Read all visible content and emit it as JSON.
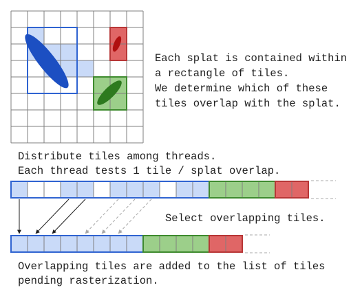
{
  "grid": {
    "rows": 8,
    "cols": 8
  },
  "colors": {
    "blue_fill": "#c9daf8",
    "blue_stroke": "#2f63d1",
    "blue_splat": "#1c4fc2",
    "green_fill": "#9ccf8a",
    "green_stroke": "#3e8a2e",
    "green_splat": "#2d7a1e",
    "red_fill": "#e06666",
    "red_stroke": "#b73636",
    "red_splat": "#b01010",
    "grid_line": "#7f7f7f",
    "arrow_gray": "#a8a8a8"
  },
  "splats": [
    {
      "name": "blue-splat",
      "color_key": "blue",
      "rect_cols": [
        1,
        3
      ],
      "rect_rows": [
        1,
        4
      ],
      "tinted_cells": [
        [
          1,
          1
        ],
        [
          1,
          2
        ],
        [
          2,
          2
        ],
        [
          2,
          3
        ],
        [
          3,
          2
        ],
        [
          3,
          3
        ],
        [
          4,
          3
        ]
      ]
    },
    {
      "name": "red-splat",
      "color_key": "red",
      "rect_cols": [
        6,
        6
      ],
      "rect_rows": [
        1,
        2
      ]
    },
    {
      "name": "green-splat",
      "color_key": "green",
      "rect_cols": [
        5,
        6
      ],
      "rect_rows": [
        4,
        5
      ]
    }
  ],
  "text": {
    "caption_right": [
      "Each splat is contained within",
      "a rectangle of tiles.",
      "We determine which of these",
      "tiles overlap with the splat."
    ],
    "caption_distribute": [
      "Distribute tiles among threads.",
      "Each thread tests 1 tile / splat overlap."
    ],
    "caption_select": "Select overlapping tiles.",
    "caption_bottom": [
      "Overlapping tiles are added to the list of tiles",
      "pending rasterization."
    ]
  },
  "threads_row": {
    "tiles": [
      "blue",
      "white",
      "white",
      "blue",
      "blue",
      "white",
      "blue",
      "blue",
      "blue",
      "white",
      "blue",
      "blue",
      "green",
      "green",
      "green",
      "green",
      "red",
      "red"
    ],
    "arrows": [
      {
        "from": 0,
        "to": 0,
        "style": "solid"
      },
      {
        "from": 3,
        "to": 1,
        "style": "solid"
      },
      {
        "from": 4,
        "to": 2,
        "style": "solid"
      },
      {
        "from": 6,
        "to": 4,
        "style": "dashed"
      },
      {
        "from": 7,
        "to": 5,
        "style": "dashed"
      },
      {
        "from": 8,
        "to": 6,
        "style": "dashed"
      }
    ]
  },
  "result_row": {
    "tiles": [
      "blue",
      "blue",
      "blue",
      "blue",
      "blue",
      "blue",
      "blue",
      "blue",
      "green",
      "green",
      "green",
      "green",
      "red",
      "red"
    ]
  }
}
